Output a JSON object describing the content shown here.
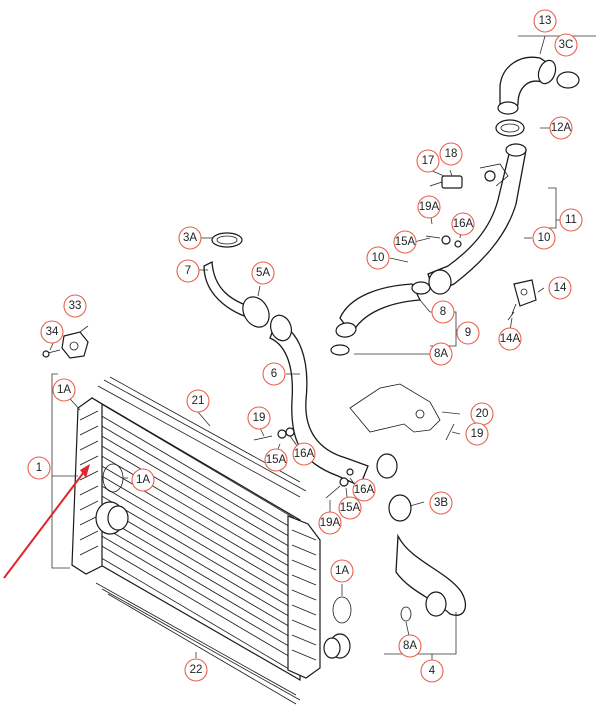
{
  "callouts": {
    "c13": "13",
    "c3C": "3C",
    "c12A": "12A",
    "c17": "17",
    "c18": "18",
    "c19A_top": "19A",
    "c16A_top": "16A",
    "c11": "11",
    "c10_right": "10",
    "c15A_top": "15A",
    "c10_left": "10",
    "c14": "14",
    "c14A": "14A",
    "c3A": "3A",
    "c7": "7",
    "c5A": "5A",
    "c8": "8",
    "c9": "9",
    "c8A_mid": "8A",
    "c33": "33",
    "c34": "34",
    "c1A_left": "1A",
    "c6": "6",
    "c21": "21",
    "c19_mid": "19",
    "c20": "20",
    "c19_right": "19",
    "c1": "1",
    "c1A_inner": "1A",
    "c15A_mid": "15A",
    "c16A_mid": "16A",
    "c16A_low": "16A",
    "c3B": "3B",
    "c19A_low": "19A",
    "c15A_low": "15A",
    "c1A_right": "1A",
    "c8A_low": "8A",
    "c22": "22",
    "c4": "4"
  },
  "colors": {
    "callout_ring": "#e8604c",
    "indicator_arrow": "#e0262b",
    "line_art": "#1a1a1a"
  }
}
